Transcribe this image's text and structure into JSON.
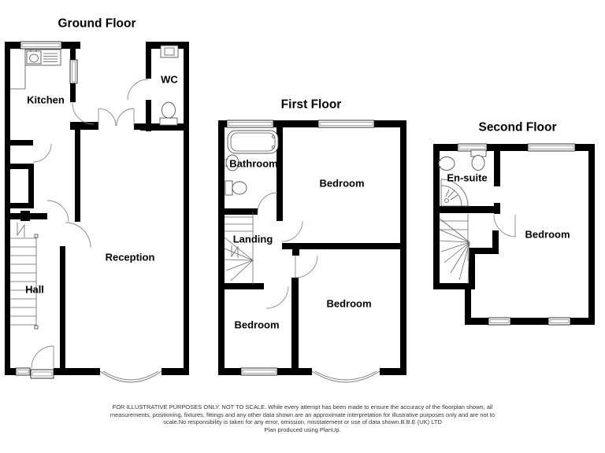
{
  "page": {
    "background": "#ffffff"
  },
  "colors": {
    "wall": "#000000",
    "door_arc": "#888888",
    "fixture_line": "#555555",
    "stair_line": "#666666",
    "label_text": "#000000",
    "disclaimer_text": "#333333"
  },
  "floors": [
    {
      "title": "Ground Floor",
      "rooms": [
        {
          "label": "Kitchen"
        },
        {
          "label": "WC"
        },
        {
          "label": "Reception"
        },
        {
          "label": "Hall"
        }
      ]
    },
    {
      "title": "First Floor",
      "rooms": [
        {
          "label": "Bathroom"
        },
        {
          "label": "Bedroom"
        },
        {
          "label": "Landing"
        },
        {
          "label": "Bedroom"
        },
        {
          "label": "Bedroom"
        }
      ]
    },
    {
      "title": "Second Floor",
      "rooms": [
        {
          "label": "En-suite"
        },
        {
          "label": "Bedroom"
        }
      ]
    }
  ],
  "disclaimer": {
    "lines": [
      "FOR ILLUSTRATIVE PURPOSES ONLY. NOT TO SCALE. While every attempt has been made to ensure the accuracy of the floorplan shown, all",
      "measurements, positioning, fixtures, fittings and any other data shown are an approximate interpretation for illustrative purposes only and are not to",
      "scale.No responsibility is taken for any error, omission, misstatement or use of data shown.B.B.E (UK) LTD",
      "Plan produced using PlanUp."
    ]
  }
}
